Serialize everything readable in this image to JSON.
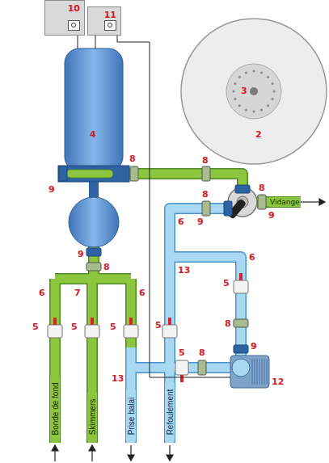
{
  "diagram": {
    "nodes": [
      {
        "text": [
          "10"
        ]
      },
      {
        "text": [
          "11"
        ]
      },
      {
        "text": [
          "Bonde de fond"
        ]
      },
      {
        "text": [
          "Skimmers"
        ]
      },
      {
        "text": [
          "Prise balai"
        ]
      },
      {
        "text": [
          "Refoulement"
        ]
      }
    ],
    "labels": [
      "3",
      "2",
      "4",
      "8",
      "9",
      "8",
      "8",
      "Vidange",
      "9",
      "8",
      "9",
      "6",
      "9",
      "8",
      "7",
      "6",
      "6",
      "5",
      "5",
      "5",
      "5",
      "13",
      "6",
      "5",
      "8",
      "9",
      "12",
      "13",
      "5",
      "8"
    ]
  }
}
